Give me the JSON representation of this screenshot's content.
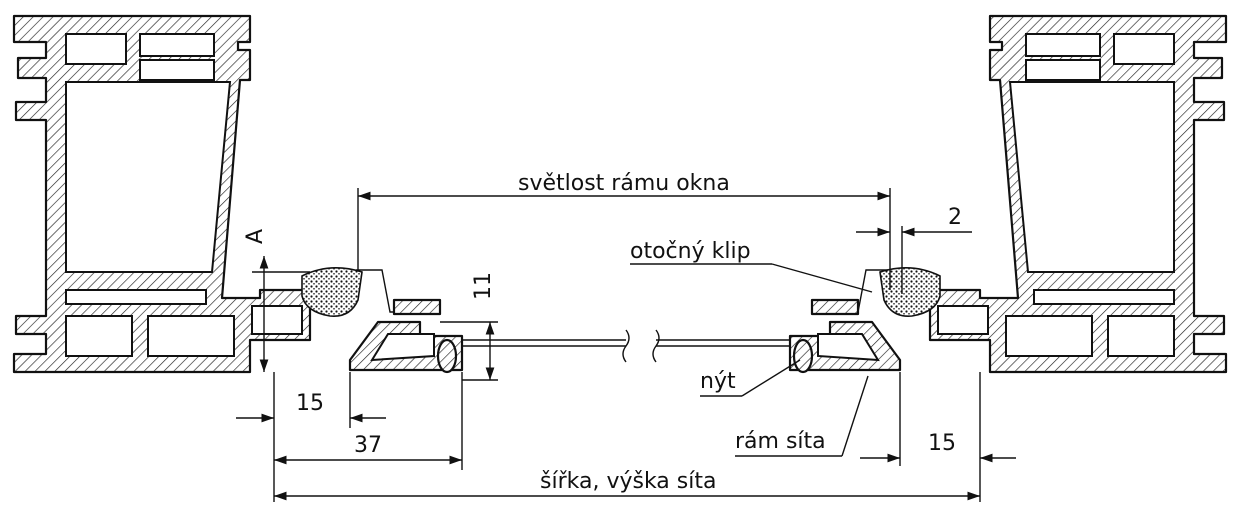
{
  "labels": {
    "clear_opening": "světlost rámu okna",
    "gap": "2",
    "rotary_clip": "otočný klip",
    "dim_a": "A",
    "dim_11": "11",
    "rivet": "nýt",
    "screen_frame": "rám síta",
    "dim_15_left": "15",
    "dim_37": "37",
    "dim_15_right": "15",
    "screen_size": "šířka, výška síta"
  }
}
